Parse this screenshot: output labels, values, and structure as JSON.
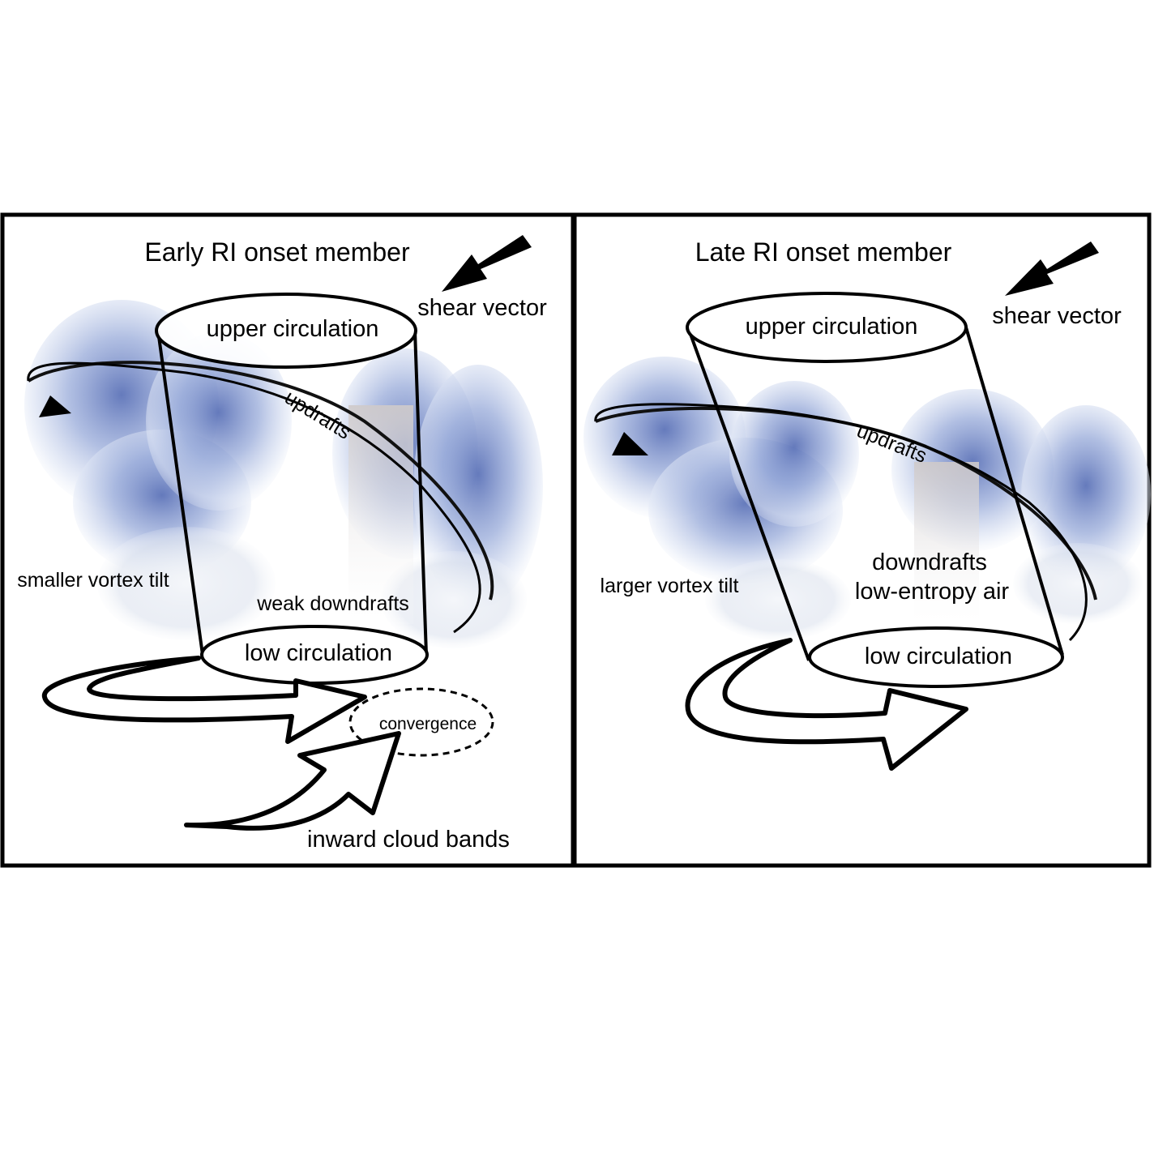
{
  "panels": [
    {
      "title": "Early RI onset member",
      "shear_label": "shear vector",
      "upper_label": "upper circulation",
      "low_label": "low circulation",
      "updrafts_label": "updrafts",
      "tilt_label": "smaller vortex tilt",
      "downdraft_label": "weak downdrafts",
      "convergence_label": "convergence",
      "bands_label": "inward cloud bands"
    },
    {
      "title": "Late RI onset member",
      "shear_label": "shear vector",
      "upper_label": "upper circulation",
      "low_label": "low circulation",
      "updrafts_label": "updrafts",
      "tilt_label": "larger vortex tilt",
      "downdraft_line1": "downdrafts",
      "downdraft_line2": "low-entropy air"
    }
  ]
}
